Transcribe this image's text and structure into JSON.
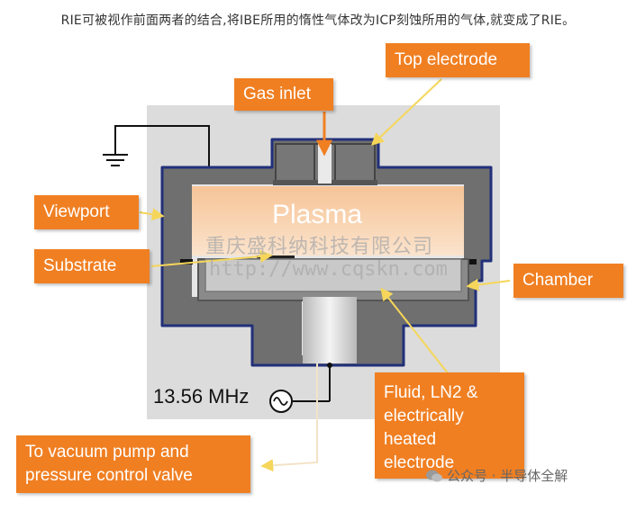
{
  "caption": "RIE可被视作前面两者的结合,将IBE所用的惰性气体改为ICP刻蚀所用的气体,就变成了RIE。",
  "labels": {
    "top_electrode": "Top electrode",
    "gas_inlet": "Gas inlet",
    "viewport": "Viewport",
    "substrate": "Substrate",
    "chamber": "Chamber",
    "fluid": [
      "Fluid, LN2 &",
      "electrically",
      "heated",
      "electrode"
    ],
    "vacuum": [
      "To vacuum pump and",
      "pressure control valve"
    ],
    "plasma": "Plasma",
    "frequency": "13.56 MHz"
  },
  "watermark": {
    "company": "重庆盛科纳科技有限公司",
    "url": "http://www.cqskn.com"
  },
  "credit": "公众号 · 半导体全解",
  "colors": {
    "label_bg": "#f07f22",
    "chamber_wall": "#6f6f6f",
    "chamber_outline": "#22307a",
    "background_panel": "#dcdcdc",
    "arrow": "#f5d65a"
  }
}
